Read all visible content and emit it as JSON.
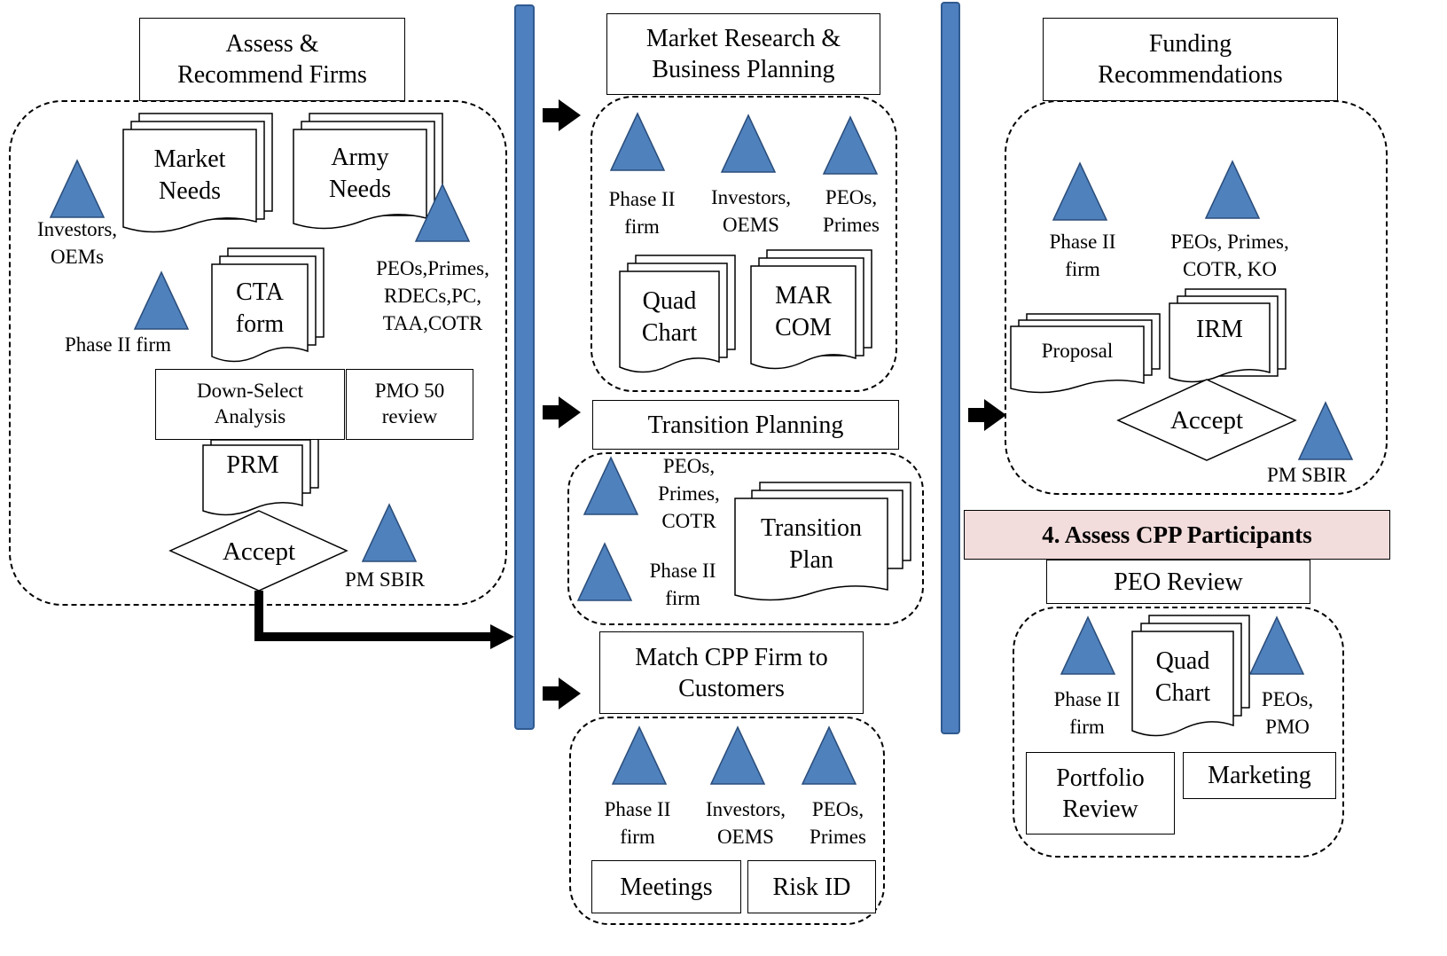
{
  "colors": {
    "triangle": "#4f81bd",
    "bar": "#4e7fbf",
    "highlight": "#f3dcdc"
  },
  "col1": {
    "title": "Assess &\nRecommend Firms",
    "docs": {
      "market_needs": "Market\nNeeds",
      "army_needs": "Army\nNeeds",
      "cta_form": "CTA\nform",
      "prm": "PRM"
    },
    "labels": {
      "investors_oems": "Investors,\nOEMs",
      "peos_list": "PEOs,Primes,\nRDECs,PC,\nTAA,COTR",
      "phase2": "Phase II firm",
      "pm_sbir": "PM SBIR"
    },
    "boxes": {
      "down_select": "Down-Select\nAnalysis",
      "pmo50": "PMO 50\nreview"
    },
    "accept": "Accept"
  },
  "col2": {
    "market_research": {
      "title": "Market Research &\nBusiness Planning",
      "labels": {
        "phase2": "Phase II\nfirm",
        "investors": "Investors,\nOEMS",
        "peos": "PEOs,\nPrimes"
      },
      "docs": {
        "quad": "Quad\nChart",
        "marcom": "MAR\nCOM"
      }
    },
    "transition": {
      "title": "Transition Planning",
      "labels": {
        "peos": "PEOs,\nPrimes,\nCOTR",
        "phase2": "Phase II\nfirm"
      },
      "doc": "Transition\nPlan"
    },
    "match": {
      "title": "Match CPP Firm to\nCustomers",
      "labels": {
        "phase2": "Phase II\nfirm",
        "investors": "Investors,\nOEMS",
        "peos": "PEOs,\nPrimes"
      },
      "boxes": {
        "meetings": "Meetings",
        "risk": "Risk ID"
      }
    }
  },
  "col3": {
    "funding": {
      "title": "Funding\nRecommendations",
      "labels": {
        "phase2": "Phase II\nfirm",
        "peos": "PEOs, Primes,\nCOTR, KO",
        "pm_sbir": "PM SBIR"
      },
      "docs": {
        "proposal": "Proposal",
        "irm": "IRM"
      },
      "accept": "Accept"
    },
    "assess": {
      "header": "4. Assess CPP Participants",
      "title": "PEO Review",
      "labels": {
        "phase2": "Phase II\nfirm",
        "peos": "PEOs,\nPMO"
      },
      "doc": "Quad\nChart",
      "boxes": {
        "portfolio": "Portfolio\nReview",
        "marketing": "Marketing"
      }
    }
  }
}
